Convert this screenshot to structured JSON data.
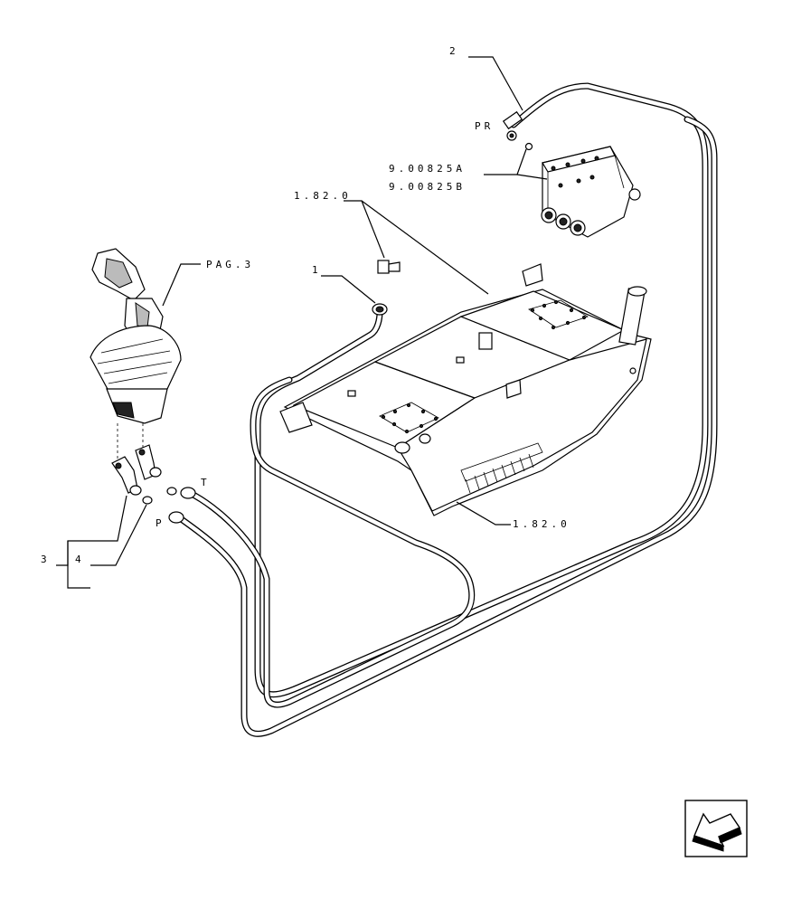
{
  "labels": {
    "item_2": "2",
    "pr": "PR",
    "valve_ref_a": "9.00825A",
    "valve_ref_b": "9.00825B",
    "ref_top": "1.82.0",
    "pag3": "PAG.3",
    "item_1": "1",
    "t": "T",
    "p": "P",
    "item_3": "3",
    "item_4": "4",
    "ref_bottom": "1.82.0"
  },
  "nav": {
    "next_icon": "next-page-arrow-icon"
  }
}
